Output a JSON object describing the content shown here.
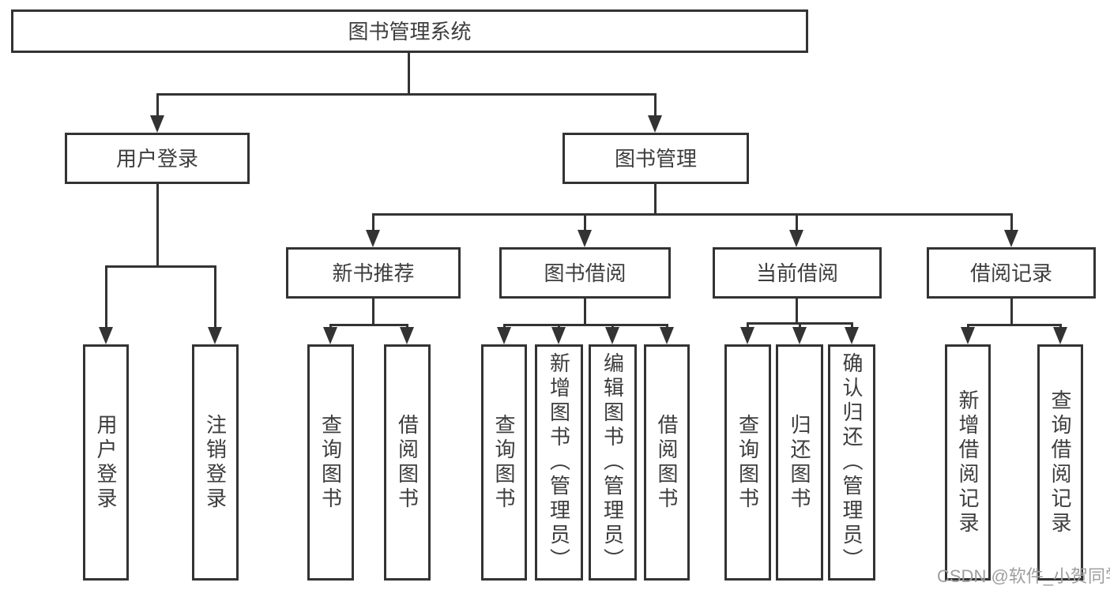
{
  "title": "图书管理系统",
  "tree": {
    "root": "图书管理系统",
    "user_login": {
      "label": "用户登录",
      "children": {
        "login": "用户登录",
        "logout": "注销登录"
      }
    },
    "book_mgmt": {
      "label": "图书管理",
      "new_book_rec": {
        "label": "新书推荐",
        "children": {
          "query": "查询图书",
          "borrow": "借阅图书"
        }
      },
      "book_borrow": {
        "label": "图书借阅",
        "children": {
          "query": "查询图书",
          "add": "新增图书（管理员）",
          "edit": "编辑图书（管理员）",
          "borrow": "借阅图书"
        }
      },
      "current_borrow": {
        "label": "当前借阅",
        "children": {
          "query": "查询图书",
          "return": "归还图书",
          "confirm": "确认归还（管理员）"
        }
      },
      "borrow_record": {
        "label": "借阅记录",
        "children": {
          "add": "新增借阅记录",
          "query": "查询借阅记录"
        }
      }
    }
  },
  "watermark": "CSDN @软件_小贺同学",
  "colors": {
    "line": "#333333",
    "text": "#3d3d3d",
    "watermark": "#9e9e9e",
    "background": "#ffffff"
  }
}
